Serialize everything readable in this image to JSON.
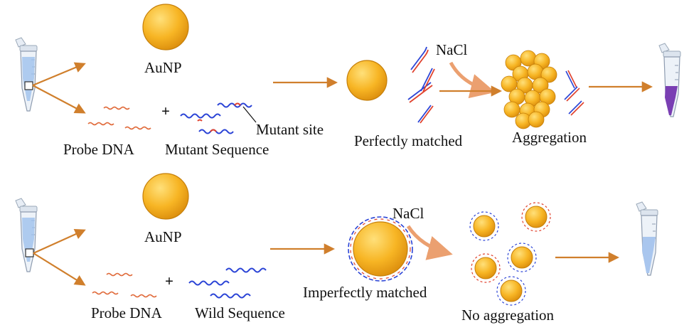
{
  "colors": {
    "gold": "#F5B21C",
    "gold_light": "#FFD866",
    "gold_dark": "#D98A0B",
    "arrow": "#D07F2C",
    "dna_blue": "#2B44D6",
    "dna_red": "#E0402C",
    "purple": "#7A3FB3",
    "light_blue": "#A9C6EE"
  },
  "top_row": {
    "aunp_label": "AuNP",
    "probe_label": "Probe DNA",
    "plus": "+",
    "sequence_label": "Mutant Sequence",
    "mutant_site_label": "Mutant site",
    "nacl_label": "NaCl",
    "match_label": "Perfectly matched",
    "result_label": "Aggregation",
    "tube_result": "purple"
  },
  "bottom_row": {
    "aunp_label": "AuNP",
    "probe_label": "Probe DNA",
    "plus": "+",
    "sequence_label": "Wild Sequence",
    "nacl_label": "NaCl",
    "match_label": "Imperfectly matched",
    "result_label": "No aggregation",
    "tube_result": "light-blue"
  }
}
